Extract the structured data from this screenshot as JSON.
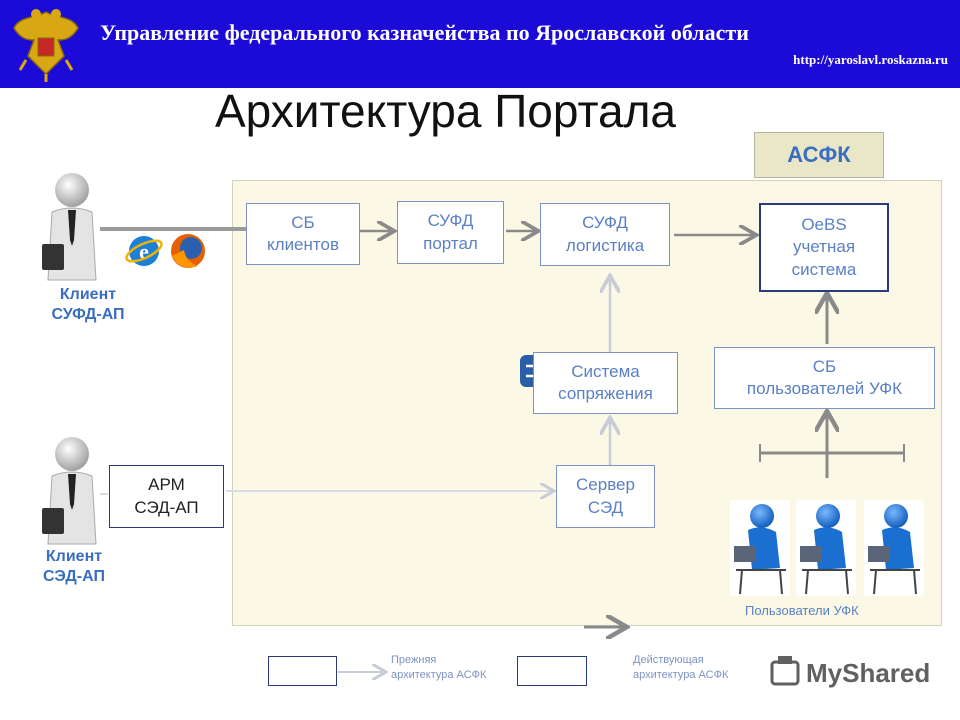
{
  "header": {
    "org_title": "Управление федерального казначейства по Ярославской области",
    "url": "http://yaroslavl.roskazna.ru"
  },
  "title": "Архитектура Портала",
  "badge": "АСФК",
  "nodes": {
    "sb_clients": "СБ\nклиентов",
    "sufd_portal": "СУФД\nпортал",
    "sufd_logistics": "СУФД\nлогистика",
    "oebs": "OeBS\nучетная\nсистема",
    "integration": "Система\nсопряжения",
    "sb_ufk_users": "СБ\nпользователей УФК",
    "arm_sed": "АРМ\nСЭД-АП",
    "sed_server": "Сервер\nСЭД"
  },
  "actors": {
    "client_sufd": "Клиент\nСУФД-АП",
    "client_sed": "Клиент\nСЭД-АП",
    "ufk_users": "Пользователи УФК"
  },
  "legend": {
    "old": "Прежняя\nархитектура АСФК",
    "current": "Действующая\nархитектура АСФК"
  },
  "watermark": "MyShared"
}
